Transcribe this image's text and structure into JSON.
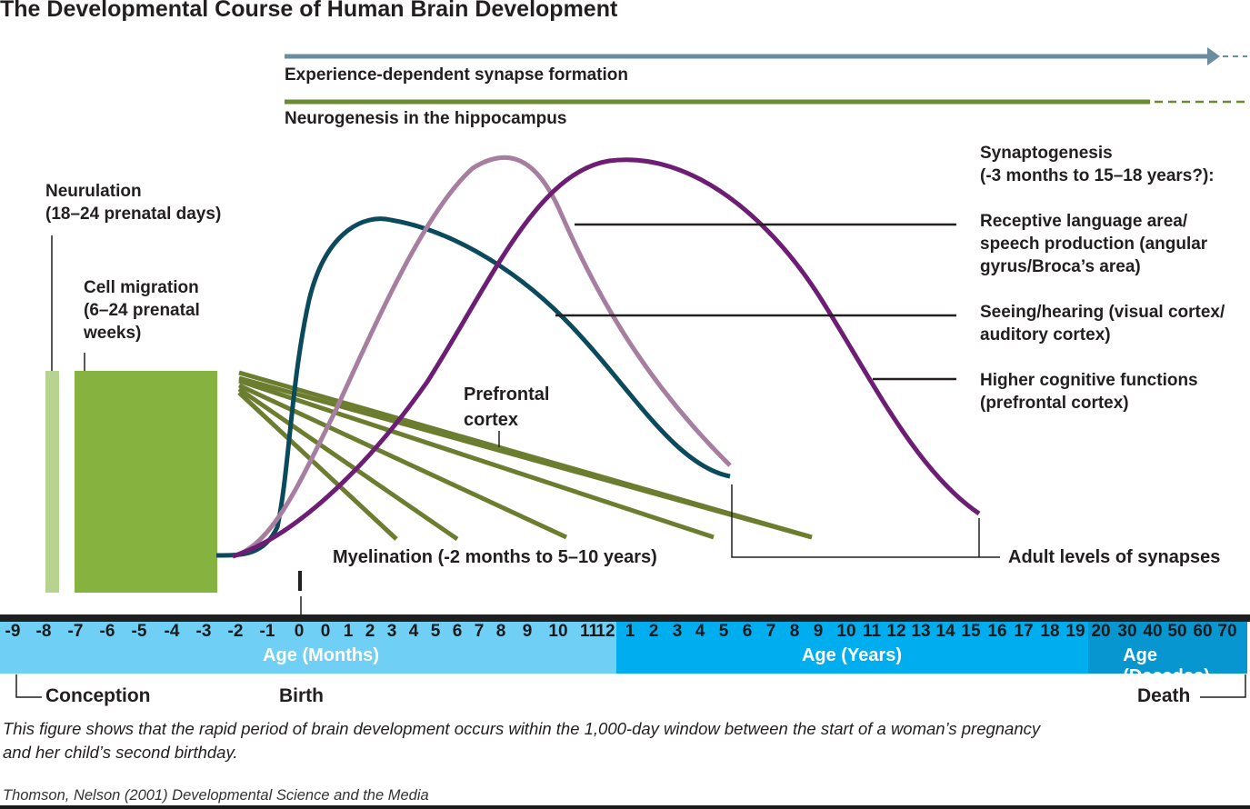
{
  "title": "The Developmental Course of Human Brain Development",
  "colors": {
    "synapse_arrow": "#6a8da0",
    "neurogenesis_line": "#6b8a32",
    "neurulation_bar": "#b6d38f",
    "migration_bar": "#86b33f",
    "myelination_lines": "#6b7d2e",
    "curve_sensory": "#0b4a5c",
    "curve_language": "#a57ea0",
    "curve_prefrontal": "#6d1e74",
    "months_band": "#6fcff5",
    "years_band": "#00aeef",
    "decades_band": "#0896d0"
  },
  "labels": {
    "experience": "Experience-dependent synapse formation",
    "neurogenesis": "Neurogenesis in the hippocampus",
    "neurulation": [
      "Neurulation",
      "(18–24 prenatal days)"
    ],
    "migration": [
      "Cell migration",
      "(6–24 prenatal",
      "weeks)"
    ],
    "synaptogenesis": [
      "Synaptogenesis",
      "(-3 months to 15–18 years?):"
    ],
    "language": [
      "Receptive language area/",
      "speech production (angular",
      "gyrus/Broca’s area)"
    ],
    "seeing": [
      "Seeing/hearing (visual cortex/",
      "auditory cortex)"
    ],
    "higher": [
      "Higher cognitive functions",
      "(prefrontal cortex)"
    ],
    "prefrontal": [
      "Prefrontal",
      "cortex"
    ],
    "myelination": "Myelination (-2 months to 5–10 years)",
    "adult": "Adult levels of synapses"
  },
  "axis": {
    "month_ticks": [
      "-9",
      "-8",
      "-7",
      "-6",
      "-5",
      "-4",
      "-3",
      "-2",
      "-1",
      "0",
      "0",
      "1",
      "2",
      "3",
      "4",
      "5",
      "6",
      "7",
      "8",
      "9",
      "10",
      "11",
      "12"
    ],
    "year_ticks": [
      "1",
      "2",
      "3",
      "4",
      "5",
      "6",
      "7",
      "8",
      "9",
      "10",
      "11",
      "12",
      "13",
      "14",
      "15",
      "16",
      "17",
      "18",
      "19"
    ],
    "decade_ticks": [
      "20",
      "30",
      "40",
      "50",
      "60",
      "70"
    ],
    "months_title": "Age (Months)",
    "years_title": "Age (Years)",
    "decades_title": "Age (Decades)",
    "conception": "Conception",
    "birth": "Birth",
    "death": "Death"
  },
  "caption": "This figure shows that the rapid period of brain development occurs within the 1,000-day window between the start of a woman’s pregnancy and her child’s second birthday.",
  "source": "Thomson, Nelson (2001) Developmental Science and the Media"
}
